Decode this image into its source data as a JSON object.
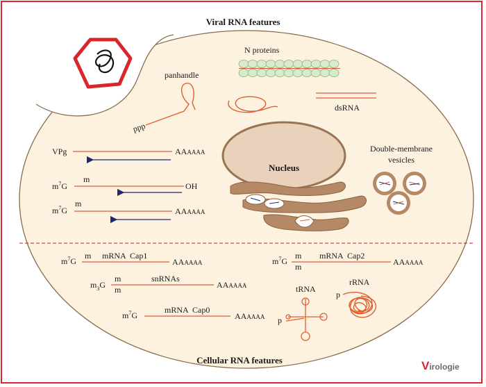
{
  "titles": {
    "top": "Viral RNA features",
    "bottom": "Cellular RNA features"
  },
  "viral": {
    "n_proteins": "N proteins",
    "panhandle": "panhandle",
    "ppp": "ppp",
    "dsrna": "dsRNA",
    "nucleus": "Nucleus",
    "dmv_line1": "Double-membrane",
    "dmv_line2": "vesicles",
    "row1": {
      "left": "VPg",
      "tail_big": "AA",
      "tail_small": "AAAA"
    },
    "row2": {
      "left_base": "m",
      "left_sup": "7",
      "left_end": "G",
      "mark": "m",
      "right": "OH"
    },
    "row3": {
      "left_base": "m",
      "left_sup": "7",
      "left_end": "G",
      "mark": "m",
      "tail_big": "AA",
      "tail_small": "AAAA"
    }
  },
  "cellular": {
    "cap1": {
      "left_base": "m",
      "left_sup": "7",
      "left_end": "G",
      "mark": "m",
      "name": "mRNA  Cap1",
      "tail_big": "AA",
      "tail_small": "AAAA"
    },
    "cap2": {
      "left_base": "m",
      "left_sup": "7",
      "left_end": "G",
      "mark_top": "m",
      "mark_bottom": "m",
      "name": "mRNA  Cap2",
      "tail_big": "AA",
      "tail_small": "AAAA"
    },
    "snrna": {
      "left_base": "m",
      "left_sub": "3",
      "left_end": "G",
      "mark_top": "m",
      "mark_bottom": "m",
      "name": "snRNAs",
      "tail_big": "AA",
      "tail_small": "AAAA"
    },
    "cap0": {
      "left_base": "m",
      "left_sup": "7",
      "left_end": "G",
      "name": "mRNA  Cap0",
      "tail_big": "AA",
      "tail_small": "AAAA"
    },
    "trna": {
      "name": "tRNA",
      "p": "p"
    },
    "rrna": {
      "name": "rRNA",
      "p": "p"
    }
  },
  "logo": {
    "initial": "V",
    "rest": "irologie"
  },
  "colors": {
    "frame": "#e0242b",
    "cell_fill": "#fdf2df",
    "rna_strand": "#d9603b",
    "arrow": "#1f2a6b",
    "nucleus_fill": "#ead1bb",
    "organelle_fill": "#b58866",
    "capsid": "#d9262b",
    "n_protein_fill": "#d8ebcc",
    "divider": "#a52a2a"
  }
}
